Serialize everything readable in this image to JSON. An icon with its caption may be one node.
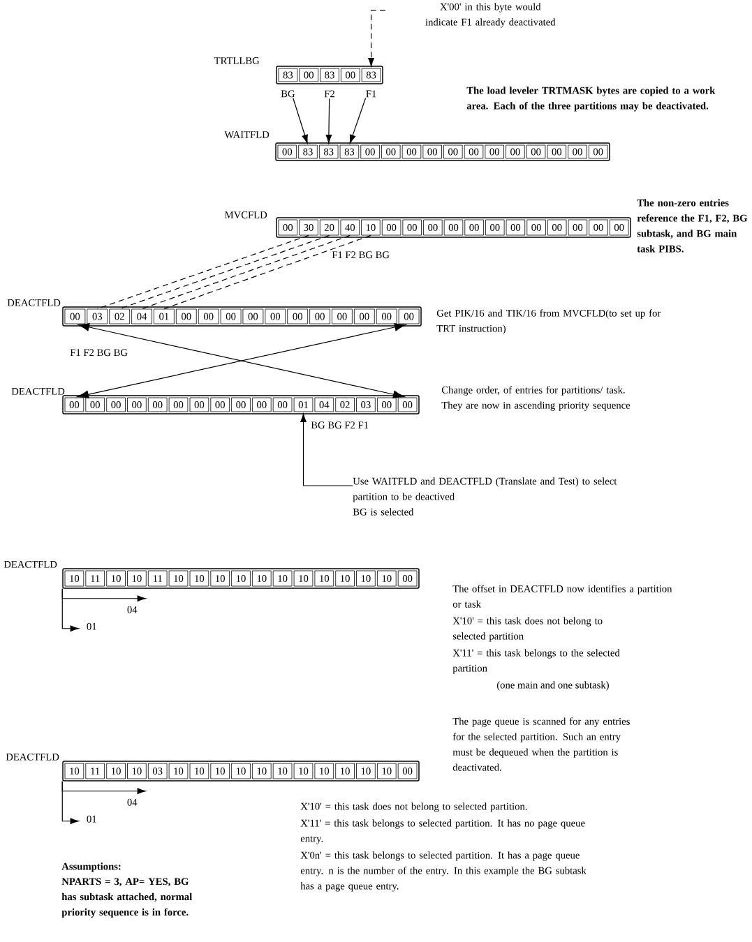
{
  "diagram": {
    "nodes": [
      {
        "text": [
          "X'00' in this byte would indicate F1 already deactivated"
        ]
      },
      {
        "text": [
          "TRTLLBG"
        ]
      },
      {
        "text": [
          "83"
        ],
        "in": 1
      },
      {
        "text": [
          "00"
        ],
        "in": 1
      },
      {
        "text": [
          "83"
        ],
        "in": 1
      },
      {
        "text": [
          "00"
        ],
        "in": 1
      },
      {
        "text": [
          "83"
        ],
        "in": 1
      },
      {
        "text": [
          "WAITFLD"
        ]
      },
      {
        "text": [
          "00"
        ],
        "in": 7
      },
      {
        "text": [
          "83"
        ],
        "in": 7
      },
      {
        "text": [
          "83"
        ],
        "in": 7
      },
      {
        "text": [
          "83"
        ],
        "in": 7
      },
      {
        "text": [
          "00"
        ],
        "in": 7
      },
      {
        "text": [
          "00"
        ],
        "in": 7
      },
      {
        "text": [
          "00"
        ],
        "in": 7
      },
      {
        "text": [
          "00"
        ],
        "in": 7
      },
      {
        "text": [
          "00"
        ],
        "in": 7
      },
      {
        "text": [
          "00"
        ],
        "in": 7
      },
      {
        "text": [
          "00"
        ],
        "in": 7
      },
      {
        "text": [
          "00"
        ],
        "in": 7
      },
      {
        "text": [
          "00"
        ],
        "in": 7
      },
      {
        "text": [
          "00"
        ],
        "in": 7
      },
      {
        "text": [
          "00"
        ],
        "in": 7
      },
      {
        "text": [
          "00"
        ],
        "in": 7
      },
      {
        "text": [
          "MVCFLD"
        ]
      },
      {
        "text": [
          "00"
        ],
        "in": 24
      },
      {
        "text": [
          "30"
        ],
        "in": 24
      },
      {
        "text": [
          "20"
        ],
        "in": 24
      },
      {
        "text": [
          "40"
        ],
        "in": 24
      },
      {
        "text": [
          "10"
        ],
        "in": 24
      },
      {
        "text": [
          "00"
        ],
        "in": 24
      },
      {
        "text": [
          "00"
        ],
        "in": 24
      },
      {
        "text": [
          "00"
        ],
        "in": 24
      },
      {
        "text": [
          "00"
        ],
        "in": 24
      },
      {
        "text": [
          "00"
        ],
        "in": 24
      },
      {
        "text": [
          "00"
        ],
        "in": 24
      },
      {
        "text": [
          "00"
        ],
        "in": 24
      },
      {
        "text": [
          "00"
        ],
        "in": 24
      },
      {
        "text": [
          "00"
        ],
        "in": 24
      },
      {
        "text": [
          "00"
        ],
        "in": 24
      },
      {
        "text": [
          "00"
        ],
        "in": 24
      },
      {
        "text": [
          "00"
        ],
        "in": 24
      },
      {
        "text": [
          "DEACTFLD"
        ]
      },
      {
        "text": [
          "00"
        ],
        "in": 42
      },
      {
        "text": [
          "03"
        ],
        "in": 42
      },
      {
        "text": [
          "02"
        ],
        "in": 42
      },
      {
        "text": [
          "04"
        ],
        "in": 42
      },
      {
        "text": [
          "01"
        ],
        "in": 42
      },
      {
        "text": [
          "00"
        ],
        "in": 42
      },
      {
        "text": [
          "00"
        ],
        "in": 42
      },
      {
        "text": [
          "00"
        ],
        "in": 42
      },
      {
        "text": [
          "00"
        ],
        "in": 42
      },
      {
        "text": [
          "00"
        ],
        "in": 42
      },
      {
        "text": [
          "00"
        ],
        "in": 42
      },
      {
        "text": [
          "00"
        ],
        "in": 42
      },
      {
        "text": [
          "00"
        ],
        "in": 42
      },
      {
        "text": [
          "00"
        ],
        "in": 42
      },
      {
        "text": [
          "00"
        ],
        "in": 42
      },
      {
        "text": [
          "00"
        ],
        "in": 42
      },
      {
        "text": [
          "DEACTFLD"
        ]
      },
      {
        "text": [
          "00"
        ],
        "in": 59
      },
      {
        "text": [
          "00"
        ],
        "in": 59
      },
      {
        "text": [
          "00"
        ],
        "in": 59
      },
      {
        "text": [
          "00"
        ],
        "in": 59
      },
      {
        "text": [
          "00"
        ],
        "in": 59
      },
      {
        "text": [
          "00"
        ],
        "in": 59
      },
      {
        "text": [
          "00"
        ],
        "in": 59
      },
      {
        "text": [
          "00"
        ],
        "in": 59
      },
      {
        "text": [
          "00"
        ],
        "in": 59
      },
      {
        "text": [
          "00"
        ],
        "in": 59
      },
      {
        "text": [
          "00"
        ],
        "in": 59
      },
      {
        "text": [
          "01"
        ],
        "in": 59
      },
      {
        "text": [
          "04"
        ],
        "in": 59
      },
      {
        "text": [
          "02"
        ],
        "in": 59
      },
      {
        "text": [
          "03"
        ],
        "in": 59
      },
      {
        "text": [
          "00"
        ],
        "in": 59
      },
      {
        "text": [
          "00"
        ],
        "in": 59
      },
      {
        "text": [
          "Use WAITFLD and DEACTFLD (Translate and Test) to select partition to be deactived",
          "BG is selected"
        ]
      },
      {
        "text": [
          "DEACTFLD"
        ]
      },
      {
        "text": [
          "10"
        ],
        "in": 78
      },
      {
        "text": [
          "11"
        ],
        "in": 78
      },
      {
        "text": [
          "10"
        ],
        "in": 78
      },
      {
        "text": [
          "10"
        ],
        "in": 78
      },
      {
        "text": [
          "11"
        ],
        "in": 78
      },
      {
        "text": [
          "10"
        ],
        "in": 78
      },
      {
        "text": [
          "10"
        ],
        "in": 78
      },
      {
        "text": [
          "10"
        ],
        "in": 78
      },
      {
        "text": [
          "10"
        ],
        "in": 78
      },
      {
        "text": [
          "10"
        ],
        "in": 78
      },
      {
        "text": [
          "10"
        ],
        "in": 78
      },
      {
        "text": [
          "10"
        ],
        "in": 78
      },
      {
        "text": [
          "10"
        ],
        "in": 78
      },
      {
        "text": [
          "10"
        ],
        "in": 78
      },
      {
        "text": [
          "10"
        ],
        "in": 78
      },
      {
        "text": [
          "10"
        ],
        "in": 78
      },
      {
        "text": [
          "00"
        ],
        "in": 78
      },
      {
        "text": [
          "DEACTFLD"
        ]
      },
      {
        "text": [
          "10"
        ],
        "in": 96
      },
      {
        "text": [
          "11"
        ],
        "in": 96
      },
      {
        "text": [
          "10"
        ],
        "in": 96
      },
      {
        "text": [
          "10"
        ],
        "in": 96
      },
      {
        "text": [
          "03"
        ],
        "in": 96
      },
      {
        "text": [
          "10"
        ],
        "in": 96
      },
      {
        "text": [
          "10"
        ],
        "in": 96
      },
      {
        "text": [
          "10"
        ],
        "in": 96
      },
      {
        "text": [
          "10"
        ],
        "in": 96
      },
      {
        "text": [
          "10"
        ],
        "in": 96
      },
      {
        "text": [
          "10"
        ],
        "in": 96
      },
      {
        "text": [
          "10"
        ],
        "in": 96
      },
      {
        "text": [
          "10"
        ],
        "in": 96
      },
      {
        "text": [
          "10"
        ],
        "in": 96
      },
      {
        "text": [
          "10"
        ],
        "in": 96
      },
      {
        "text": [
          "10"
        ],
        "in": 96
      },
      {
        "text": [
          "00"
        ],
        "in": 96
      }
    ],
    "edges": [
      {
        "from": 0,
        "to": 6,
        "arrow": "to",
        "style": "dashed"
      },
      {
        "from": 2,
        "to": 9,
        "arrow": "to",
        "label": "BG"
      },
      {
        "from": 4,
        "to": 10,
        "arrow": "to",
        "label": "F2"
      },
      {
        "from": 6,
        "to": 11,
        "arrow": "to",
        "label": "F1"
      },
      {
        "from": 26,
        "to": 44,
        "arrow": "none",
        "style": "dashed"
      },
      {
        "from": 27,
        "to": 45,
        "arrow": "none",
        "style": "dashed"
      },
      {
        "from": 28,
        "to": 46,
        "arrow": "none",
        "style": "dashed"
      },
      {
        "from": 29,
        "to": 47,
        "arrow": "none",
        "style": "dashed"
      },
      {
        "from": 43,
        "to": 76,
        "arrow": "both"
      },
      {
        "from": 60,
        "to": 58,
        "arrow": "both"
      },
      {
        "from": 77,
        "to": 71,
        "arrow": "to"
      },
      {
        "from": 78,
        "to": null,
        "arrow": "to",
        "label": "04"
      },
      {
        "from": 78,
        "to": null,
        "arrow": "to",
        "label": "01"
      },
      {
        "from": 96,
        "to": null,
        "arrow": "to",
        "label": "04"
      },
      {
        "from": 96,
        "to": null,
        "arrow": "to",
        "label": "01"
      }
    ],
    "labels": [
      "The load leveler TRTMASK bytes are copied to a work area. Each of the three partitions may be deactivated.",
      "The non-zero entries reference the F1, F2, BG subtask, and BG main task PIBS.",
      "F1 F2 BG BG",
      "Get PIK/16 and TIK/16 from MVCFLD(to set up for TRT instruction)",
      "F1 F2 BG BG",
      "Change order, of entries for partitions/ task. They are now in ascending priority sequence",
      "BG BG F2 F1",
      "The offset in DEACTFLD now identifies a partition or task",
      "X'10' = this task does not belong to selected partition",
      "X'11' = this task belongs to the selected partition",
      "(one main and one subtask)",
      "The page queue is scanned for any entries for the selected partition. Such an entry must be dequeued when the partition is deactivated.",
      "X'10' = this task does not belong to selected partition.",
      "X'11' = this task belongs to selected partition. It has no page queue entry.",
      "X'0n' = this task belongs to selected partition. It has a page queue entry. n is the number of the entry. In this example the BG subtask has a page queue entry.",
      "Assumptions:",
      "NPARTS = 3, AP= YES, BG has subtask attached, normal priority sequence is in force."
    ]
  }
}
